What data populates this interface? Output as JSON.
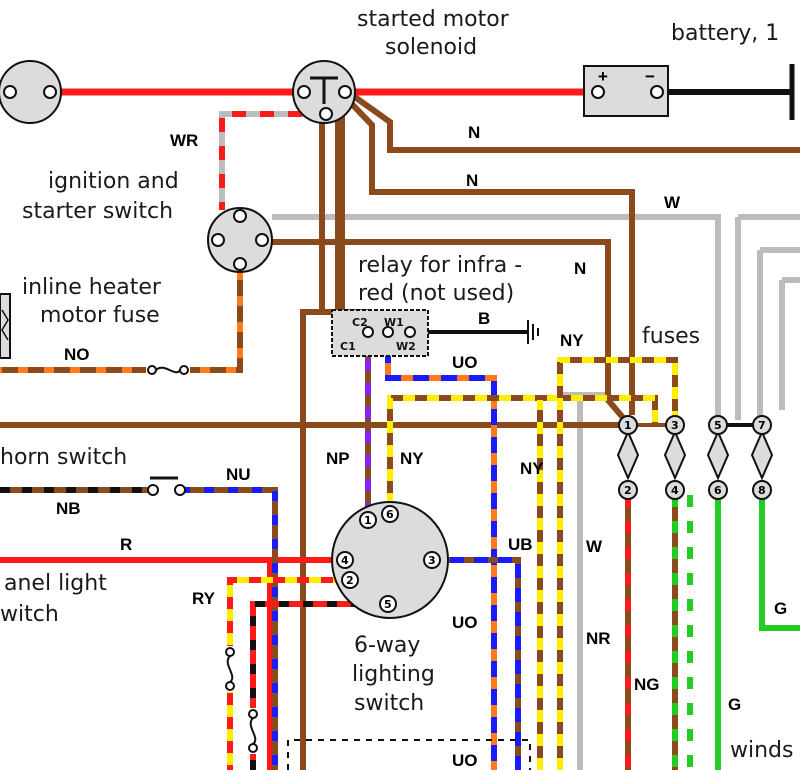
{
  "labels": {
    "solenoid": [
      "started motor",
      "solenoid"
    ],
    "battery": "battery, 1",
    "ignition": [
      "ignition and",
      "starter switch"
    ],
    "heater_fuse": [
      "inline heater",
      "motor fuse"
    ],
    "relay": [
      "relay for infra -",
      "red (not used)"
    ],
    "fuses": "fuses",
    "horn_switch": "horn switch",
    "panel_switch": [
      "anel light",
      "witch"
    ],
    "lighting_switch": [
      "6-way",
      "lighting",
      "switch"
    ],
    "winds": "winds",
    "battery_plus": "+",
    "battery_minus": "−",
    "relay_terms": [
      "C2",
      "W1",
      "C1",
      "W2"
    ]
  },
  "wire_codes": {
    "wr": "WR",
    "n1": "N",
    "n2": "N",
    "n3": "N",
    "w": "W",
    "no": "NO",
    "b": "B",
    "ny1": "NY",
    "uo1": "UO",
    "nu": "NU",
    "nb": "NB",
    "np": "NP",
    "ny2": "NY",
    "ny3": "NY",
    "r": "R",
    "ub": "UB",
    "ry": "RY",
    "w2": "W",
    "uo2": "UO",
    "nr": "NR",
    "ng": "NG",
    "g1": "G",
    "g2": "G",
    "uo3": "UO"
  },
  "fuse_terminals": {
    "top": [
      "1",
      "3",
      "5",
      "7"
    ],
    "bottom": [
      "2",
      "4",
      "6",
      "8"
    ]
  },
  "switch_terminals": [
    "1",
    "6",
    "4",
    "3",
    "2",
    "5"
  ],
  "colors": {
    "brown": "#8a4a1c",
    "red": "#ff1a1a",
    "yellow": "#ffee00",
    "blue": "#1a1aff",
    "green": "#22cc22",
    "grey": "#bcbcbc",
    "purple": "#8822ee",
    "black": "#111111",
    "component": "#dcdcdc"
  }
}
